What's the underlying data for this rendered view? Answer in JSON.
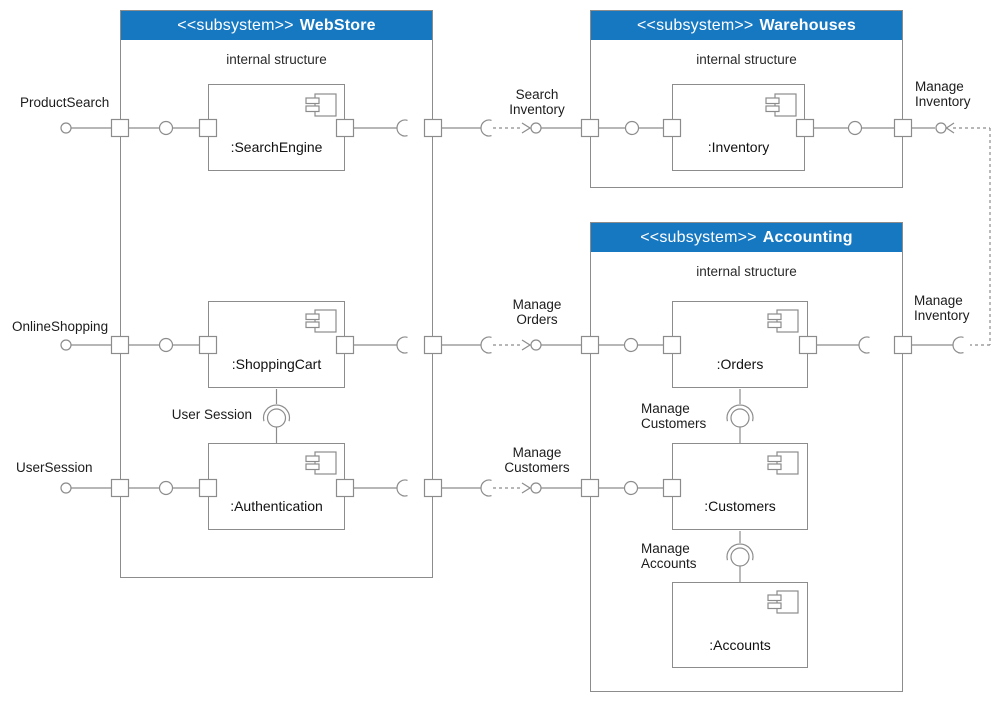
{
  "colors": {
    "header_bg": "#1778c2",
    "header_text": "#ffffff",
    "line_gray": "#8c8c8c",
    "text": "#1c1c1c"
  },
  "subsystems": {
    "webstore": {
      "stereotype": "<<subsystem>>",
      "name": "WebStore",
      "internal": "internal structure"
    },
    "warehouses": {
      "stereotype": "<<subsystem>>",
      "name": "Warehouses",
      "internal": "internal structure"
    },
    "accounting": {
      "stereotype": "<<subsystem>>",
      "name": "Accounting",
      "internal": "internal structure"
    }
  },
  "components": {
    "searchengine": ":SearchEngine",
    "shoppingcart": ":ShoppingCart",
    "authentication": ":Authentication",
    "inventory": ":Inventory",
    "orders": ":Orders",
    "customers": ":Customers",
    "accounts": ":Accounts"
  },
  "interface_labels": {
    "product_search": "ProductSearch",
    "online_shopping": "OnlineShopping",
    "user_session": "UserSession"
  },
  "connector_labels": {
    "search_inventory": [
      "Search",
      "Inventory"
    ],
    "manage_inventory_top": [
      "Manage",
      "Inventory"
    ],
    "manage_orders": [
      "Manage",
      "Orders"
    ],
    "manage_inventory_right": [
      "Manage",
      "Inventory"
    ],
    "manage_customers_mid": [
      "Manage",
      "Customers"
    ],
    "user_session_assembly": "User Session",
    "manage_customers_inner": [
      "Manage",
      "Customers"
    ],
    "manage_accounts": [
      "Manage",
      "Accounts"
    ]
  }
}
